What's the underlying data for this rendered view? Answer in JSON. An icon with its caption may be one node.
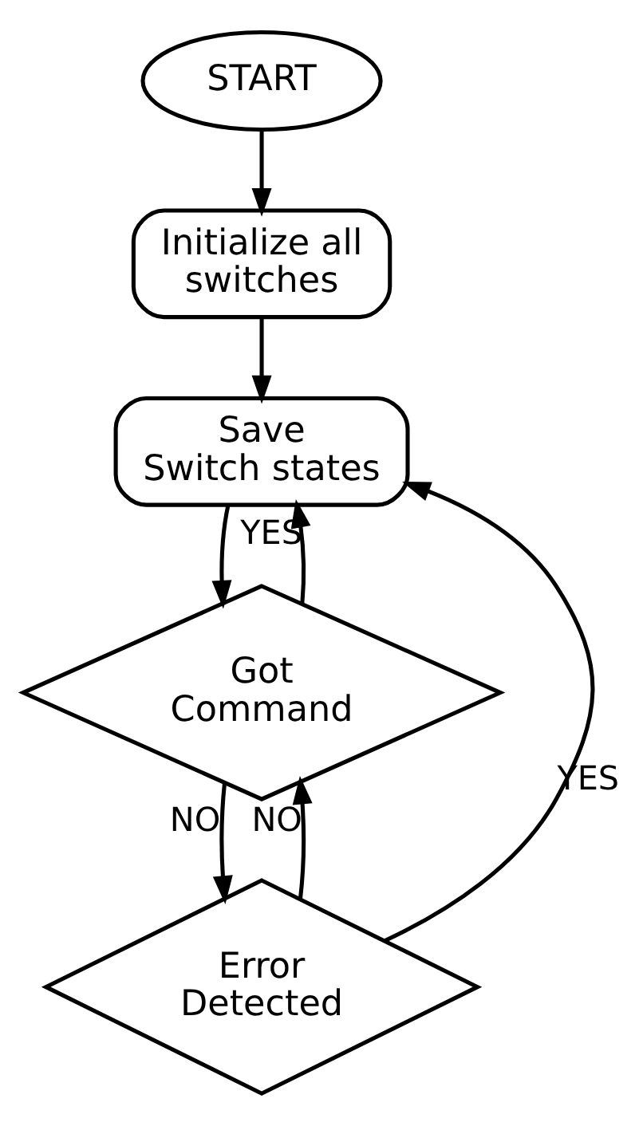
{
  "diagram": {
    "nodes": [
      {
        "text": [
          "START"
        ]
      },
      {
        "text": [
          "Initialize all switches"
        ]
      },
      {
        "text": [
          "Save Switch states"
        ]
      },
      {
        "text": [
          "Got Command"
        ]
      },
      {
        "text": [
          "Error Detected"
        ]
      }
    ],
    "edges": [
      {
        "from": 0,
        "to": 1,
        "arrow": "to"
      },
      {
        "from": 1,
        "to": 2,
        "arrow": "to"
      },
      {
        "from": 2,
        "to": 3,
        "arrow": "to"
      },
      {
        "from": 3,
        "to": 4,
        "arrow": "to",
        "label": "NO"
      },
      {
        "from": 3,
        "to": 2,
        "arrow": "to",
        "label": "YES"
      },
      {
        "from": 4,
        "to": 2,
        "arrow": "to",
        "label": "YES"
      },
      {
        "from": 4,
        "to": 3,
        "arrow": "to",
        "label": "NO"
      }
    ]
  }
}
